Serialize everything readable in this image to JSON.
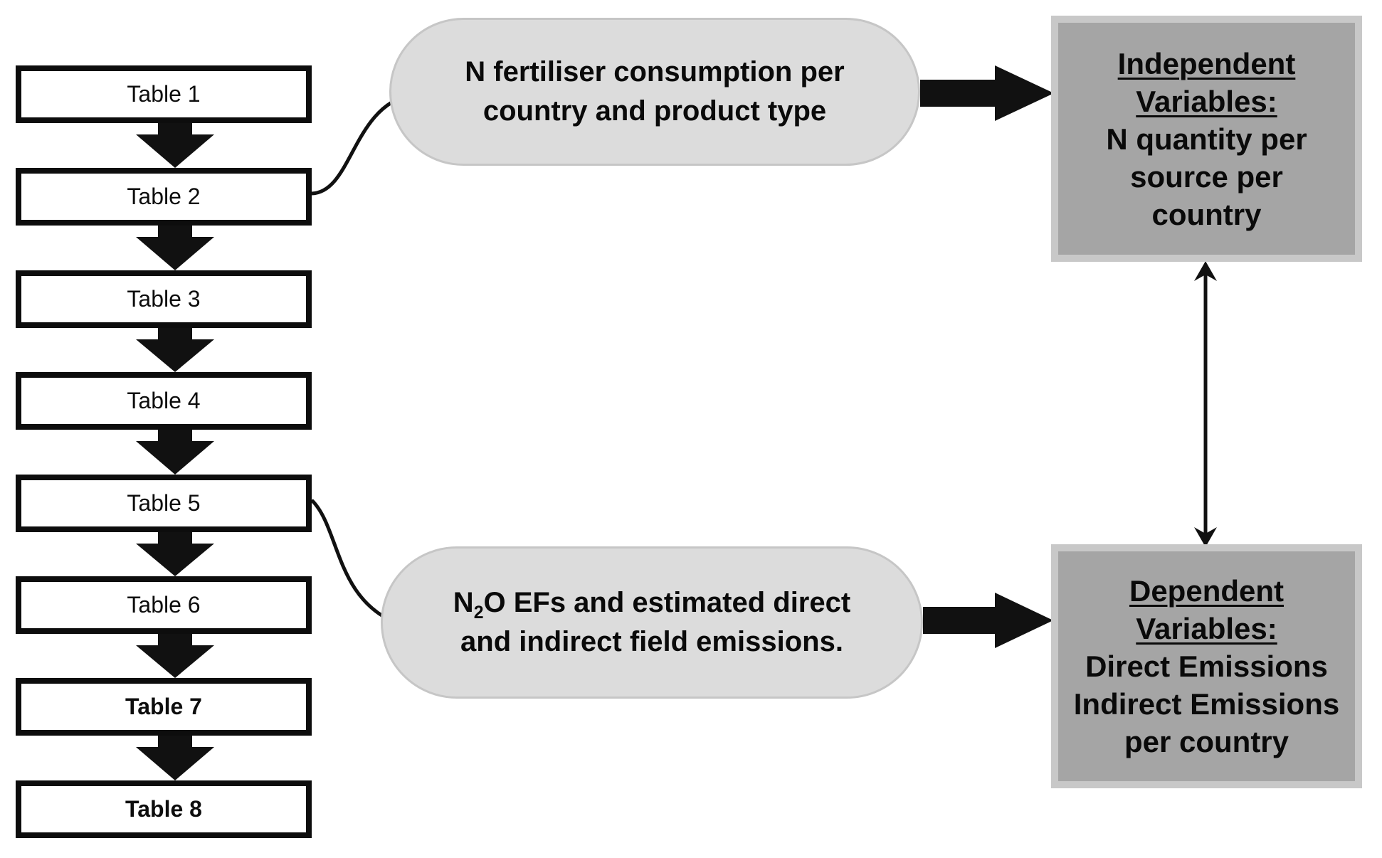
{
  "flow_tables": {
    "items": [
      {
        "label": "Table 1"
      },
      {
        "label": "Table 2"
      },
      {
        "label": "Table 3"
      },
      {
        "label": "Table 4"
      },
      {
        "label": "Table 5"
      },
      {
        "label": "Table 6"
      },
      {
        "label": "Table 7"
      },
      {
        "label": "Table 8"
      }
    ]
  },
  "callout_upper": {
    "line1": "N fertiliser consumption per",
    "line2": "country and product type"
  },
  "callout_lower": {
    "line1_pre": "N",
    "line1_sub": "2",
    "line1_post": "O EFs and estimated direct",
    "line2": "and indirect field emissions."
  },
  "independent_box": {
    "title_line1": "Independent",
    "title_line2": "Variables:",
    "body_line1": "N quantity per",
    "body_line2": "source per",
    "body_line3": "country"
  },
  "dependent_box": {
    "title_line1": "Dependent",
    "title_line2": "Variables:",
    "body_line1": "Direct Emissions",
    "body_line2": "Indirect Emissions",
    "body_line3": "per country"
  },
  "colors": {
    "arrow_black": "#111111",
    "table_box_border": "#0d0d0d",
    "callout_fill": "#dcdcdc",
    "callout_border": "#c6c6c6",
    "variable_box_fill": "#a5a5a5",
    "variable_box_border": "#c8c8c8"
  }
}
